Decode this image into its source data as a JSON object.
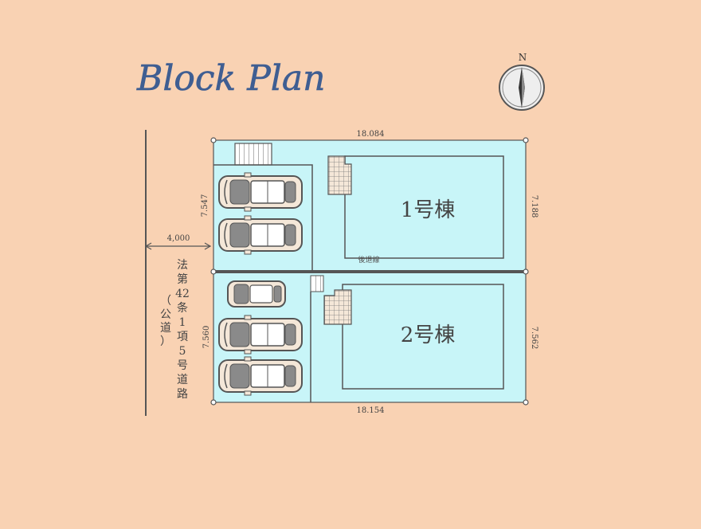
{
  "title": "Block Plan",
  "compass": {
    "label": "N"
  },
  "road": {
    "width_label": "4,000",
    "name_lines": [
      "法",
      "第",
      "42",
      "条",
      "1",
      "項",
      "5",
      "号",
      "道",
      "路"
    ],
    "name_paren_lines": [
      "（",
      "公",
      "道",
      "）"
    ]
  },
  "dimensions": {
    "top": "18.084",
    "bottom": "18.154",
    "left_upper": "7.547",
    "left_lower": "7.560",
    "right_upper": "7.188",
    "right_lower": "7.562",
    "boundary_note": "後退線"
  },
  "lots": [
    {
      "label": "1号棟"
    },
    {
      "label": "2号棟"
    }
  ],
  "colors": {
    "background": "#f9d2b3",
    "lot_fill": "#c8f5f8",
    "title": "#3f5e92",
    "line": "#555555"
  }
}
